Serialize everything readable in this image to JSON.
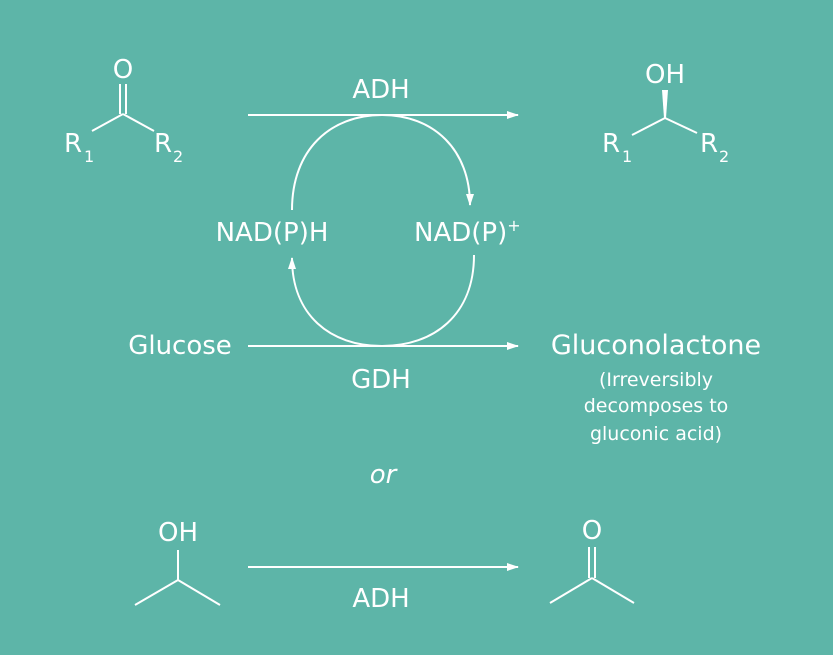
{
  "ketone": {
    "o": "O",
    "r1": "R",
    "r1_sub": "1",
    "r2": "R",
    "r2_sub": "2"
  },
  "alcohol": {
    "oh": "OH",
    "r1": "R",
    "r1_sub": "1",
    "r2": "R",
    "r2_sub": "2"
  },
  "top_enzyme": "ADH",
  "cofactor_reduced": "NAD(P)H",
  "cofactor_oxidized": "NAD(P)",
  "cofactor_oxidized_charge": "+",
  "substrate": "Glucose",
  "bottom_enzyme": "GDH",
  "product": "Gluconolactone",
  "product_note": [
    "(Irreversibly",
    "decomposes to",
    "gluconic acid)"
  ],
  "or_label": "or",
  "isopropanol": {
    "oh": "OH"
  },
  "acetone": {
    "o": "O"
  },
  "alt_enzyme": "ADH"
}
